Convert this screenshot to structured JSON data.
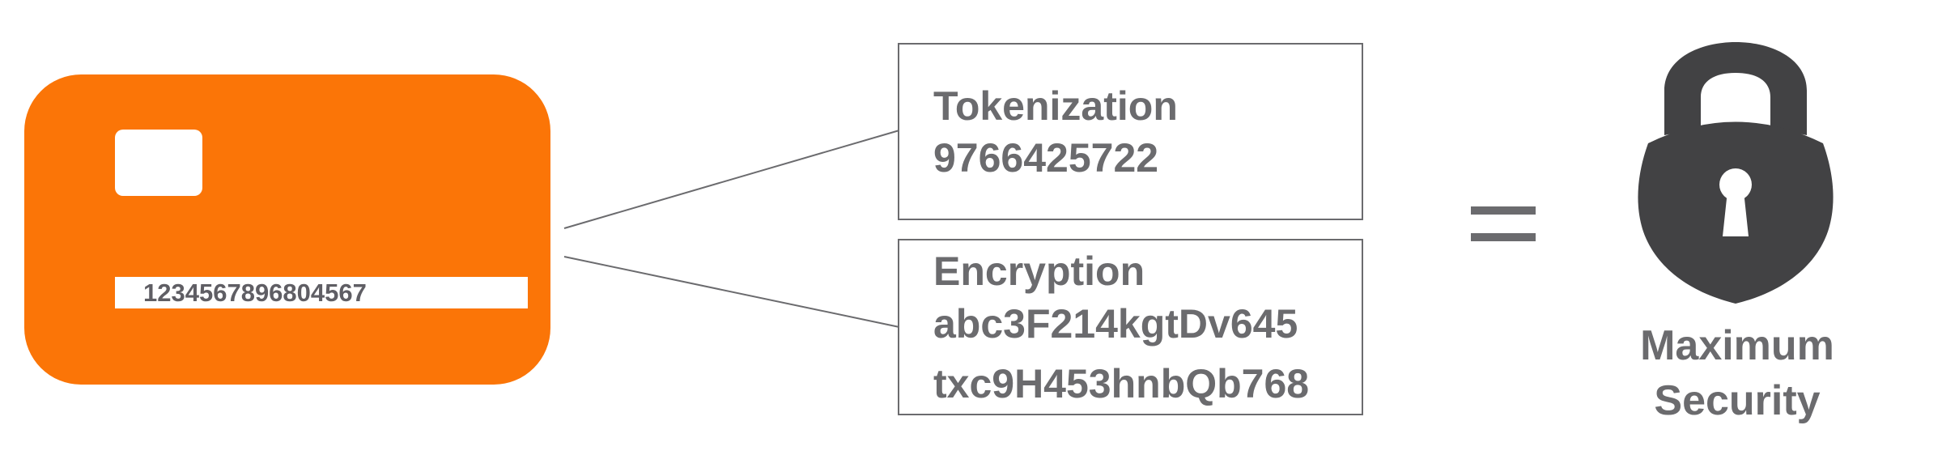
{
  "card": {
    "number_groups": [
      "1234",
      "5678",
      "9680",
      "4567"
    ],
    "color": "#fb7507"
  },
  "tokenization": {
    "title": "Tokenization",
    "value": "9766425722"
  },
  "encryption": {
    "title": "Encryption",
    "lines": [
      "abc3F214kgtDv645",
      "txc9H453hnbQb768"
    ]
  },
  "result": {
    "line1": "Maximum",
    "line2": "Security",
    "icon": "lock-icon",
    "icon_color": "#424244"
  },
  "colors": {
    "text": "#6b6b6e",
    "connector": "#6b6b6e"
  }
}
